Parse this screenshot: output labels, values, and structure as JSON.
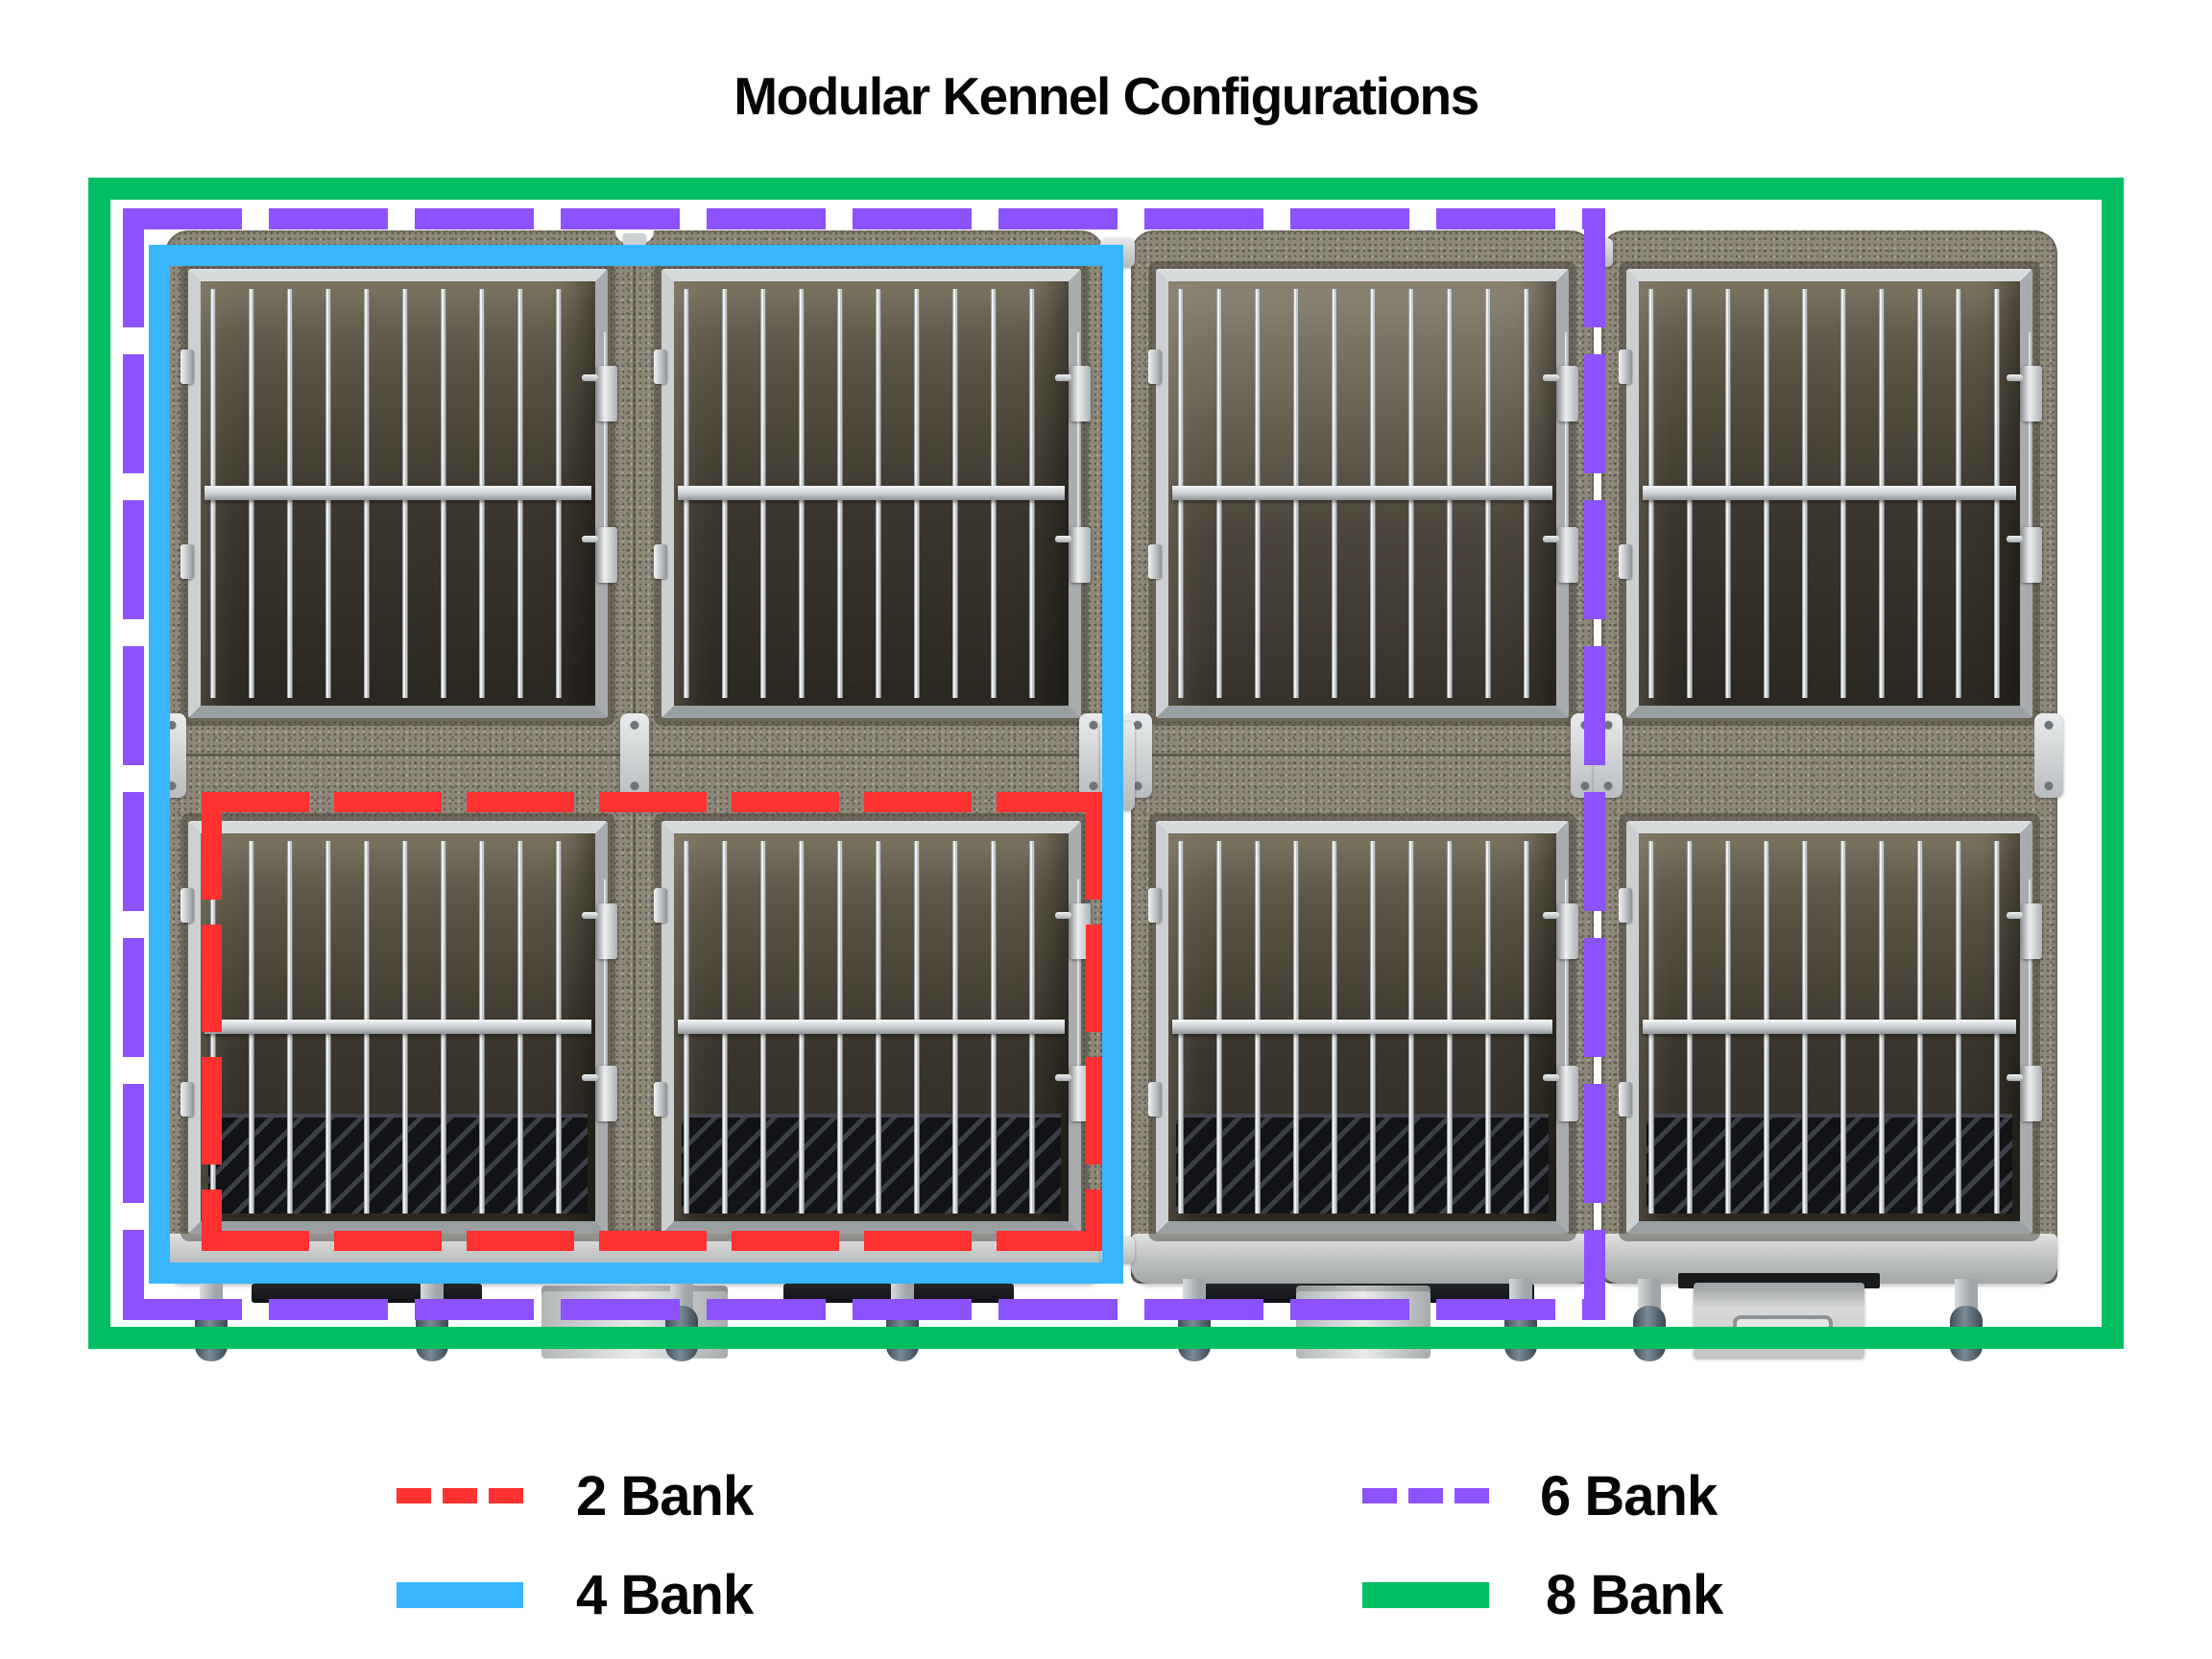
{
  "title": "Modular Kennel Configurations",
  "figure": {
    "kennel_units": 4,
    "total_cages": 8,
    "rows": 2,
    "columns": 4
  },
  "colors": {
    "red": "#ff3131",
    "blue": "#38b6ff",
    "purple": "#8c52ff",
    "green": "#00bf63"
  },
  "legend": {
    "items": [
      {
        "id": "2-bank",
        "label": "2 Bank",
        "color": "#ff3131",
        "line_style": "dashed"
      },
      {
        "id": "4-bank",
        "label": "4 Bank",
        "color": "#38b6ff",
        "line_style": "solid"
      },
      {
        "id": "6-bank",
        "label": "6 Bank",
        "color": "#8c52ff",
        "line_style": "dashed"
      },
      {
        "id": "8-bank",
        "label": "8 Bank",
        "color": "#00bf63",
        "line_style": "solid"
      }
    ]
  }
}
